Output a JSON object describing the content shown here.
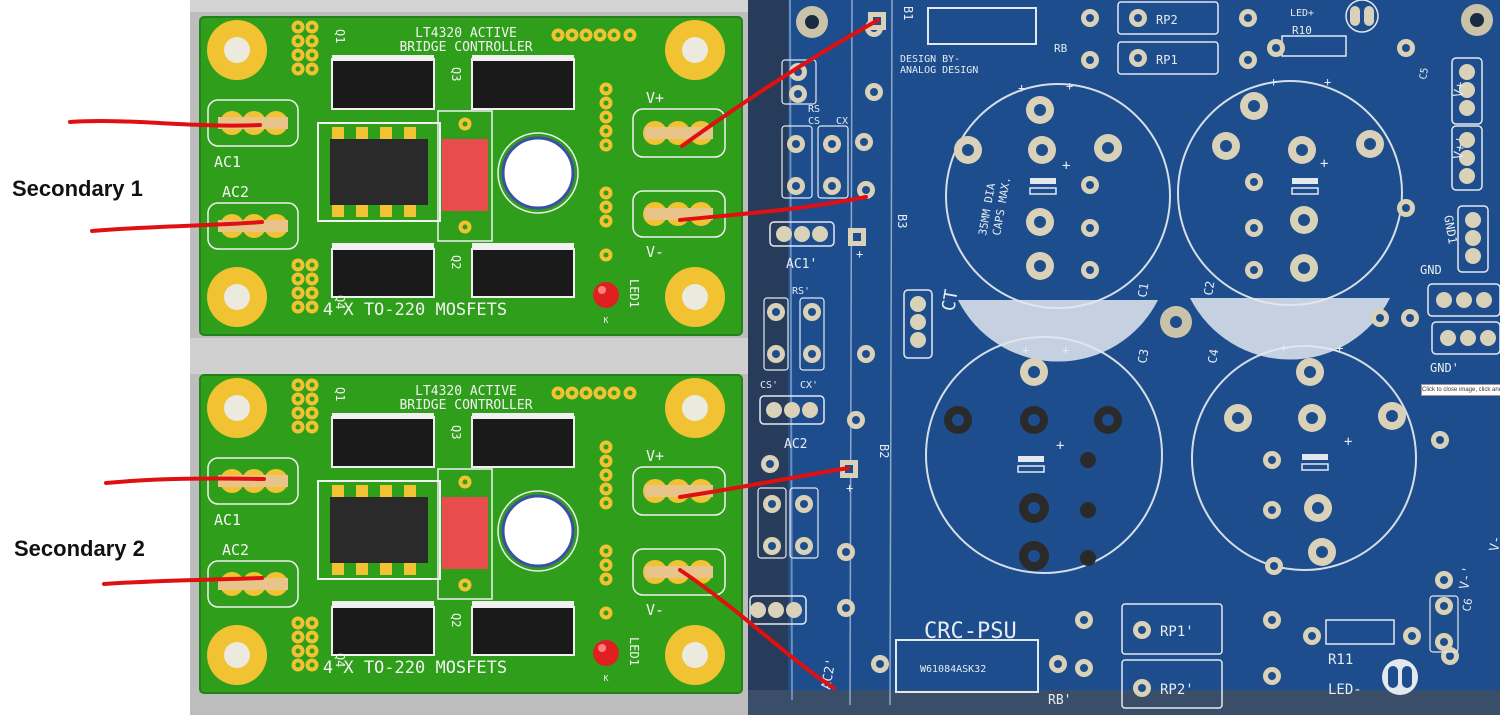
{
  "labels": {
    "secondary_1": "Secondary 1",
    "secondary_2": "Secondary 2"
  },
  "green_board": {
    "title_line1": "LT4320 ACTIVE",
    "title_line2": "BRIDGE CONTROLLER",
    "bottom_text": "4 X TO-220 MOSFETS",
    "ac1": "AC1",
    "ac2": "AC2",
    "v_plus": "V+",
    "v_minus": "V-",
    "q1": "Q1",
    "q2": "Q2",
    "q3": "Q3",
    "q4": "Q4",
    "led1": "LED1",
    "k": "K"
  },
  "blue_board": {
    "b1": "B1",
    "b2": "B2",
    "b3": "B3",
    "rb": "RB",
    "rb2": "RB'",
    "rp1": "RP1",
    "rp2": "RP2",
    "rp1b": "RP1'",
    "rp2b": "RP2'",
    "led_plus": "LED+",
    "led_minus": "LED-",
    "r10": "R10",
    "r11": "R11",
    "c1": "C1",
    "c2": "C2",
    "c3": "C3",
    "c4": "C4",
    "c5": "C5",
    "c6": "C6",
    "ct": "CT",
    "gnd": "GND",
    "gnd1": "GND1",
    "gnd2": "GND'",
    "vplus": "V+",
    "vminus": "V-",
    "vminus2": "V-'",
    "vplus2": "V+'",
    "ac1": "AC1'",
    "ac2": "AC2",
    "ac2b": "AC2'",
    "rs": "RS",
    "cs": "CS",
    "cx": "CX",
    "rs2": "RS'",
    "cs2": "CS'",
    "cx2": "CX'",
    "design_line1": "DESIGN BY-",
    "design_line2": "ANALOG DESIGN",
    "caps_line1": "35MM DIA",
    "caps_line2": "CAPS MAX.",
    "title": "CRC-PSU",
    "part_no": "W61084ASK32",
    "plus": "+"
  },
  "tooltip": "Click to close image, click and drag to move.",
  "colors": {
    "pcb_green": "#2f9e1a",
    "pcb_blue": "#1d4d8c",
    "copper_gold": "#f1c232",
    "wire_red": "#e01010",
    "bg_gray": "#bcbcbc"
  }
}
